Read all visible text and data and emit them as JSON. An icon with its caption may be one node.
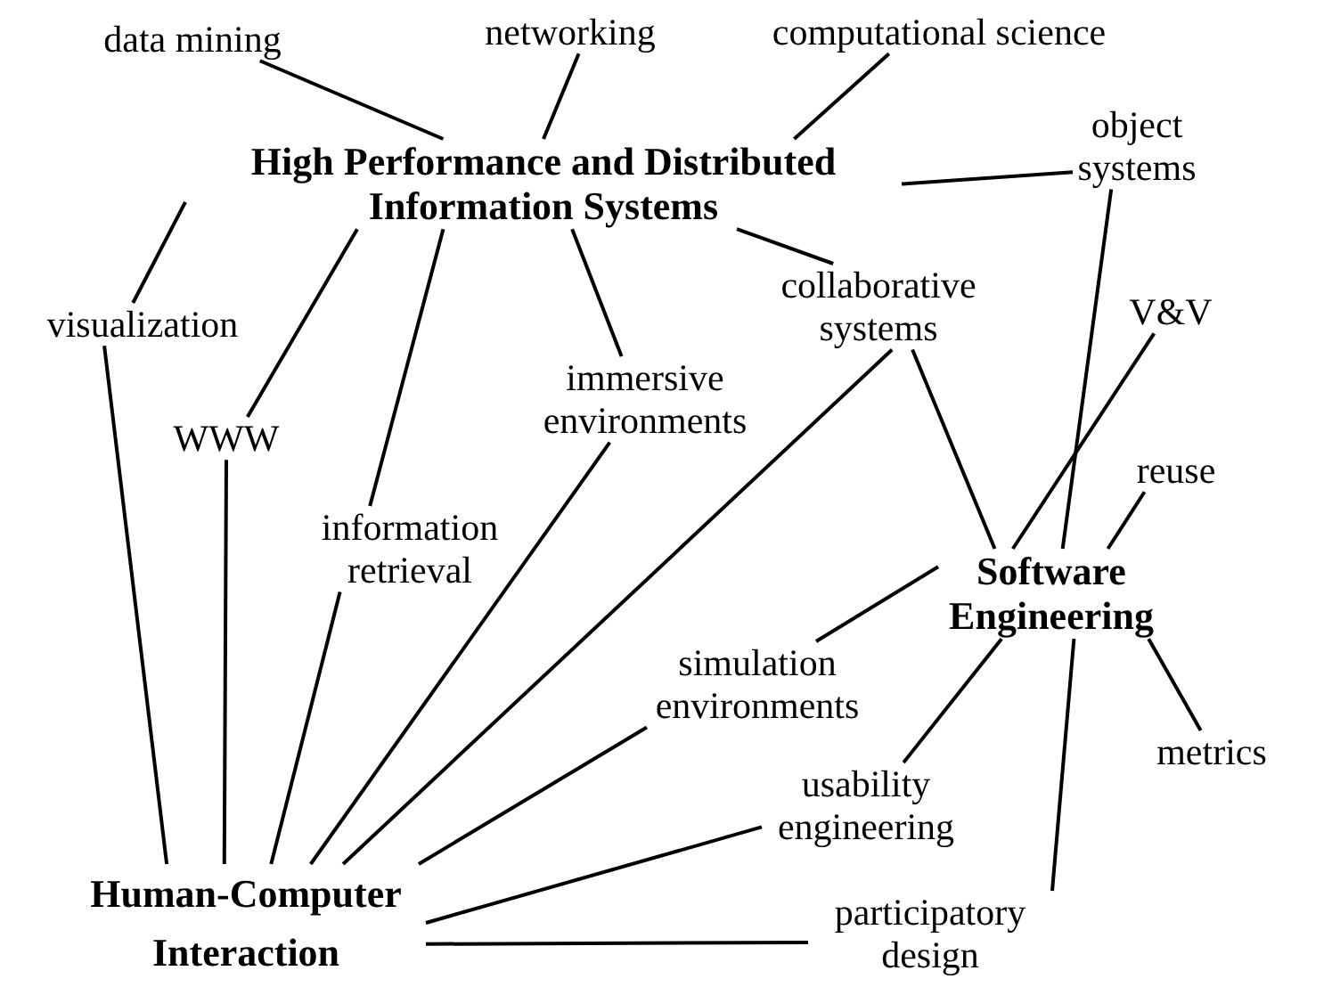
{
  "diagram": {
    "nodes": [
      {
        "text": [
          "High Performance and Distributed Information Systems"
        ]
      },
      {
        "text": [
          "data mining"
        ]
      },
      {
        "text": [
          "networking"
        ]
      },
      {
        "text": [
          "computational science"
        ]
      },
      {
        "text": [
          "object systems"
        ]
      },
      {
        "text": [
          "visualization"
        ]
      },
      {
        "text": [
          "WWW"
        ]
      },
      {
        "text": [
          "immersive environments"
        ]
      },
      {
        "text": [
          "collaborative systems"
        ]
      },
      {
        "text": [
          "V&V"
        ]
      },
      {
        "text": [
          "reuse"
        ]
      },
      {
        "text": [
          "information retrieval"
        ]
      },
      {
        "text": [
          "Software Engineering"
        ]
      },
      {
        "text": [
          "simulation environments"
        ]
      },
      {
        "text": [
          "metrics"
        ]
      },
      {
        "text": [
          "usability engineering"
        ]
      },
      {
        "text": [
          "Human-Computer Interaction"
        ]
      },
      {
        "text": [
          "participatory design"
        ]
      }
    ],
    "edges": [
      {
        "from": 1,
        "to": 0,
        "arrow": "none"
      },
      {
        "from": 2,
        "to": 0,
        "arrow": "none"
      },
      {
        "from": 3,
        "to": 0,
        "arrow": "none"
      },
      {
        "from": 0,
        "to": 4,
        "arrow": "none"
      },
      {
        "from": 5,
        "to": 0,
        "arrow": "none"
      },
      {
        "from": 6,
        "to": 0,
        "arrow": "none"
      },
      {
        "from": 11,
        "to": 0,
        "arrow": "none"
      },
      {
        "from": 7,
        "to": 0,
        "arrow": "none"
      },
      {
        "from": 8,
        "to": 0,
        "arrow": "none"
      },
      {
        "from": 4,
        "to": 12,
        "arrow": "none"
      },
      {
        "from": 9,
        "to": 12,
        "arrow": "none"
      },
      {
        "from": 10,
        "to": 12,
        "arrow": "none"
      },
      {
        "from": 8,
        "to": 12,
        "arrow": "none"
      },
      {
        "from": 5,
        "to": 16,
        "arrow": "none"
      },
      {
        "from": 6,
        "to": 16,
        "arrow": "none"
      },
      {
        "from": 11,
        "to": 16,
        "arrow": "none"
      },
      {
        "from": 7,
        "to": 16,
        "arrow": "none"
      },
      {
        "from": 8,
        "to": 16,
        "arrow": "none"
      },
      {
        "from": 13,
        "to": 12,
        "arrow": "none"
      },
      {
        "from": 13,
        "to": 16,
        "arrow": "none"
      },
      {
        "from": 15,
        "to": 12,
        "arrow": "none"
      },
      {
        "from": 15,
        "to": 16,
        "arrow": "none"
      },
      {
        "from": 12,
        "to": 14,
        "arrow": "none"
      },
      {
        "from": 12,
        "to": 17,
        "arrow": "none"
      },
      {
        "from": 16,
        "to": 17,
        "arrow": "none"
      }
    ]
  }
}
